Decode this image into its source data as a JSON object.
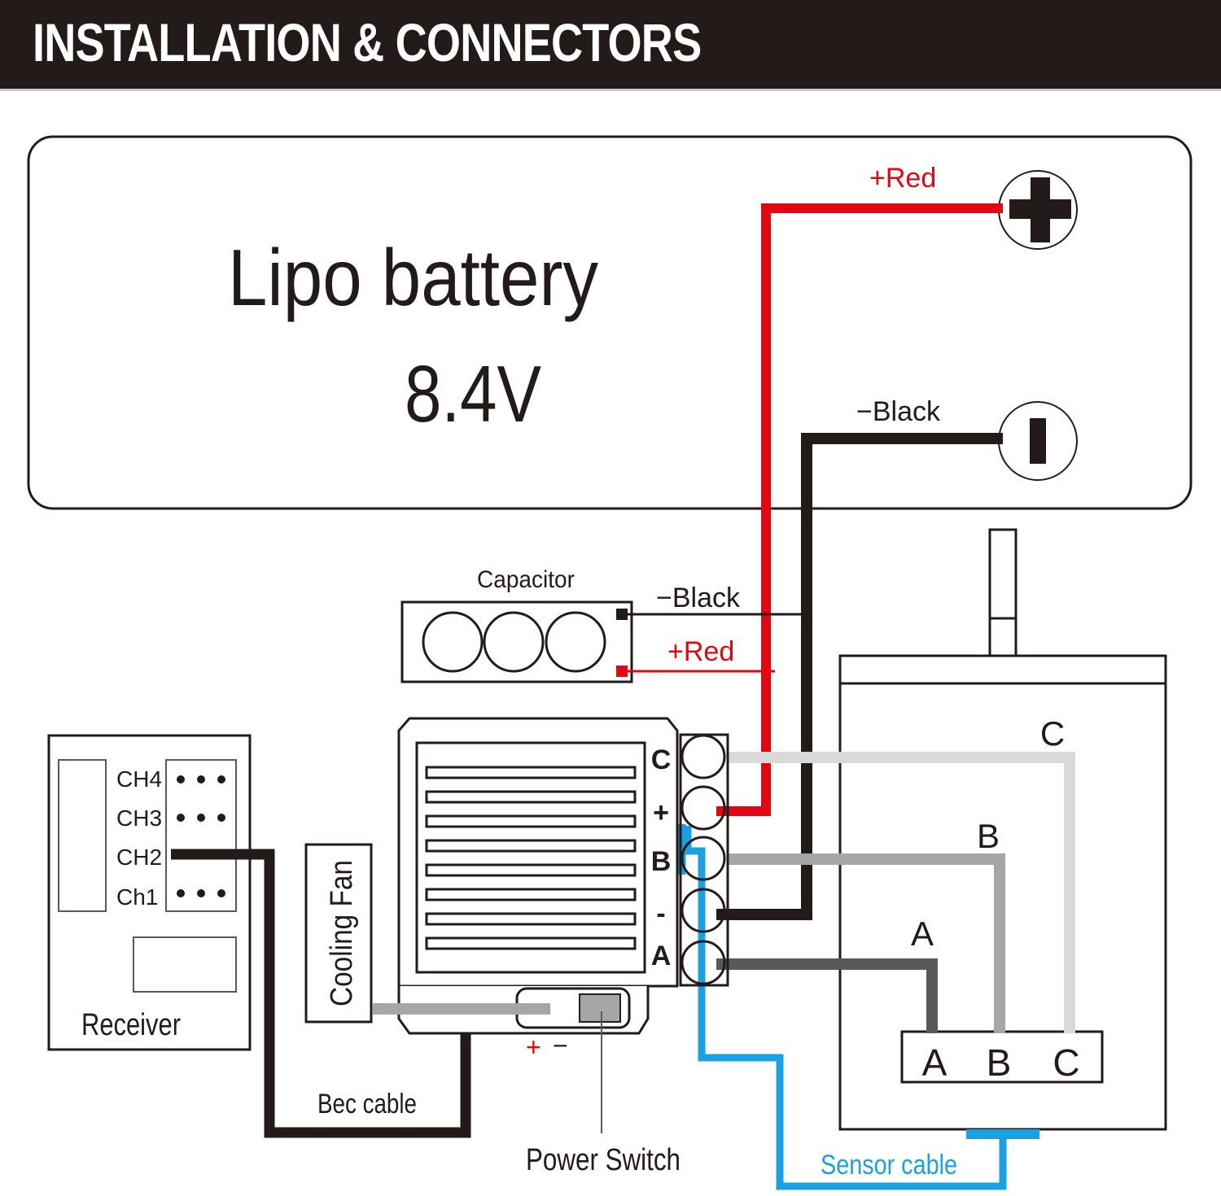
{
  "header": {
    "title": "INSTALLATION & CONNECTORS"
  },
  "colors": {
    "header_bg": "#231a1a",
    "red_wire": "#e30613",
    "black_wire": "#231a1a",
    "phase_c": "#d9d9d9",
    "phase_b": "#a6a6a6",
    "phase_a": "#595959",
    "sensor": "#1ba0e2",
    "fan_wire": "#a6a6a6"
  },
  "battery": {
    "name": "Lipo battery",
    "voltage": "8.4V",
    "positive_label": "+Red",
    "negative_label": "−Black",
    "positive_terminal_icon": "plus-icon",
    "negative_terminal_icon": "minus-icon"
  },
  "capacitor": {
    "title": "Capacitor",
    "negative_label": "−Black",
    "positive_label": "+Red"
  },
  "esc": {
    "terminals": [
      "C",
      "+",
      "B",
      "-",
      "A"
    ],
    "switch_polarity_plus": "+",
    "switch_polarity_minus": "−"
  },
  "receiver": {
    "title": "Receiver",
    "channels": [
      "CH4",
      "CH3",
      "CH2",
      "Ch1"
    ]
  },
  "cooling_fan": {
    "label": "Cooling Fan"
  },
  "labels": {
    "bec_cable": "Bec cable",
    "power_switch": "Power Switch",
    "sensor_cable": "Sensor cable"
  },
  "motor": {
    "wire_labels": [
      "C",
      "B",
      "A"
    ],
    "terminal_labels": [
      "A",
      "B",
      "C"
    ]
  }
}
